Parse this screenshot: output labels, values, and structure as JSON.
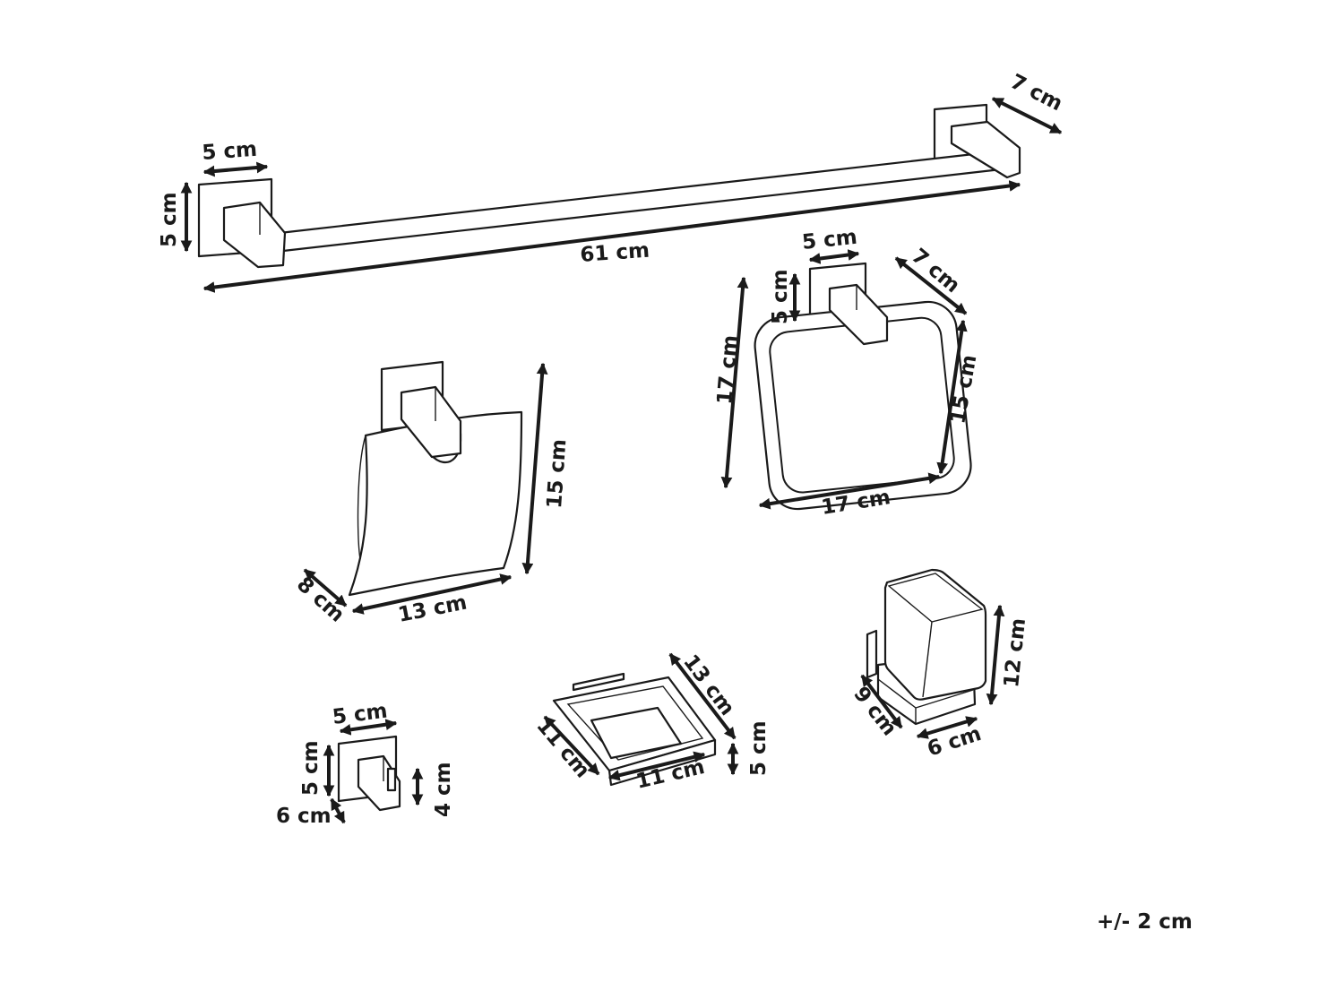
{
  "colors": {
    "line": "#1a1a1a",
    "background": "#ffffff"
  },
  "tolerance": "+/- 2 cm",
  "towel_bar": {
    "depth": "7 cm",
    "plate_width": "5 cm",
    "plate_height": "5 cm",
    "length": "61 cm"
  },
  "towel_ring": {
    "plate_width": "5 cm",
    "depth": "7 cm",
    "plate_height": "5 cm",
    "total_height": "17 cm",
    "ring_height": "15 cm",
    "width": "17 cm"
  },
  "paper_holder": {
    "height": "15 cm",
    "depth": "8 cm",
    "width": "13 cm"
  },
  "robe_hook": {
    "width": "5 cm",
    "plate_height": "5 cm",
    "depth": "6 cm",
    "hook_height": "4 cm"
  },
  "soap_dish": {
    "depth": "13 cm",
    "side": "11 cm",
    "width": "11 cm",
    "height": "5 cm"
  },
  "tumbler": {
    "height": "12 cm",
    "depth": "9 cm",
    "width": "6 cm"
  }
}
